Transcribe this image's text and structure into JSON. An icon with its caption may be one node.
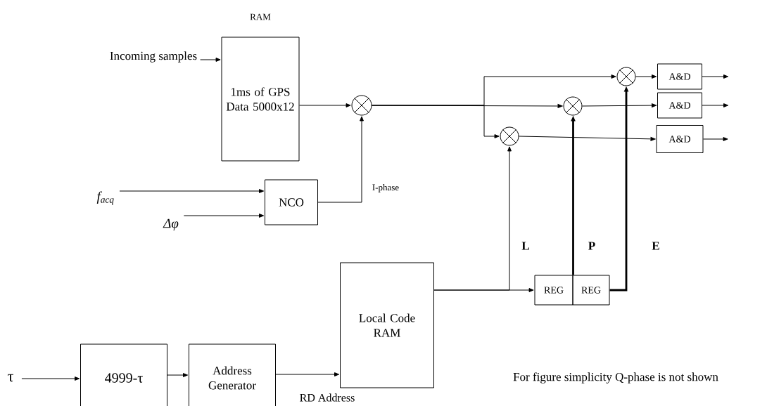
{
  "diagram": {
    "nodes": [
      {
        "text": [
          "Incoming samples"
        ]
      },
      {
        "text": [
          "RAM",
          "1ms of GPS Data 5000x12"
        ]
      },
      {
        "text": [],
        "shape": "circle"
      },
      {
        "text": [],
        "shape": "circle"
      },
      {
        "text": [
          "A&D"
        ]
      },
      {
        "text": [],
        "shape": "circle"
      },
      {
        "text": [
          "A&D"
        ]
      },
      {
        "text": [],
        "shape": "circle"
      },
      {
        "text": [
          "A&D"
        ]
      },
      {
        "text": [
          "f$_{acq}$"
        ]
      },
      {
        "text": [
          "Δφ"
        ]
      },
      {
        "text": [
          "NCO"
        ]
      },
      {
        "text": [
          "Local Code RAM"
        ]
      },
      {
        "text": [
          "REG"
        ]
      },
      {
        "text": [
          "REG"
        ]
      },
      {
        "text": [
          "τ"
        ]
      },
      {
        "text": [
          "4999-τ"
        ]
      },
      {
        "text": [
          "Address Generator"
        ]
      }
    ],
    "edges": [
      {
        "from": 0,
        "to": 1,
        "arrow": "to"
      },
      {
        "from": 1,
        "to": 2,
        "arrow": "to"
      },
      {
        "from": 11,
        "to": 2,
        "arrow": "to",
        "label": "I-phase"
      },
      {
        "from": 9,
        "to": 11,
        "arrow": "to"
      },
      {
        "from": 10,
        "to": 11,
        "arrow": "to"
      },
      {
        "from": 2,
        "to": 3,
        "arrow": "to"
      },
      {
        "from": 2,
        "to": 5,
        "arrow": "to"
      },
      {
        "from": 2,
        "to": 7,
        "arrow": "to"
      },
      {
        "from": 3,
        "to": 4,
        "arrow": "to"
      },
      {
        "from": 5,
        "to": 6,
        "arrow": "to"
      },
      {
        "from": 7,
        "to": 8,
        "arrow": "to"
      },
      {
        "from": 4,
        "to": null,
        "arrow": "to"
      },
      {
        "from": 6,
        "to": null,
        "arrow": "to"
      },
      {
        "from": 8,
        "to": null,
        "arrow": "to"
      },
      {
        "from": 12,
        "to": 13,
        "arrow": "to"
      },
      {
        "from": 12,
        "to": 7,
        "arrow": "to",
        "label": "L"
      },
      {
        "from": 13,
        "to": 5,
        "arrow": "to",
        "label": "P",
        "style": "thick"
      },
      {
        "from": 14,
        "to": 3,
        "arrow": "to",
        "label": "E",
        "style": "thick"
      },
      {
        "from": 15,
        "to": 16,
        "arrow": "to"
      },
      {
        "from": 16,
        "to": 17,
        "arrow": "to"
      },
      {
        "from": 17,
        "to": 12,
        "arrow": "to",
        "label": "RD Address"
      }
    ],
    "labels": [
      "For figure simplicity Q-phase is not shown"
    ]
  }
}
